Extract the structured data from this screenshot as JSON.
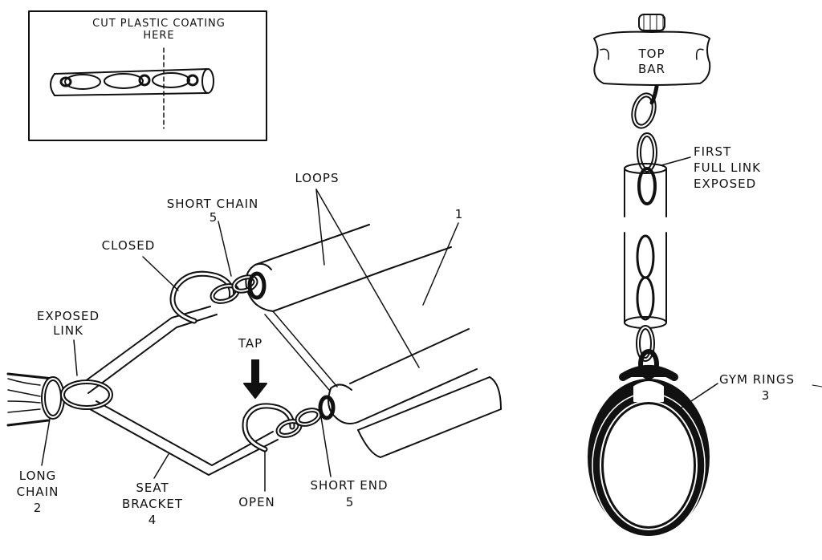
{
  "inset": {
    "cut_label_line1": "CUT PLASTIC COATING",
    "cut_label_line2": "HERE"
  },
  "left_assembly": {
    "loops": "LOOPS",
    "part_1": "1",
    "short_chain_line1": "SHORT CHAIN",
    "short_chain_line2": "5",
    "closed": "CLOSED",
    "exposed_link_line1": "EXPOSED",
    "exposed_link_line2": "LINK",
    "tap": "TAP",
    "long_chain_line1": "LONG",
    "long_chain_line2": "CHAIN",
    "long_chain_line3": "2",
    "seat_bracket_line1": "SEAT",
    "seat_bracket_line2": "BRACKET",
    "seat_bracket_line3": "4",
    "open": "OPEN",
    "short_end_line1": "SHORT END",
    "short_end_line2": "5"
  },
  "right_assembly": {
    "top_bar_line1": "TOP",
    "top_bar_line2": "BAR",
    "first_link_line1": "FIRST",
    "first_link_line2": "FULL LINK",
    "first_link_line3": "EXPOSED",
    "gym_rings_line1": "GYM RINGS",
    "gym_rings_line2": "3"
  }
}
